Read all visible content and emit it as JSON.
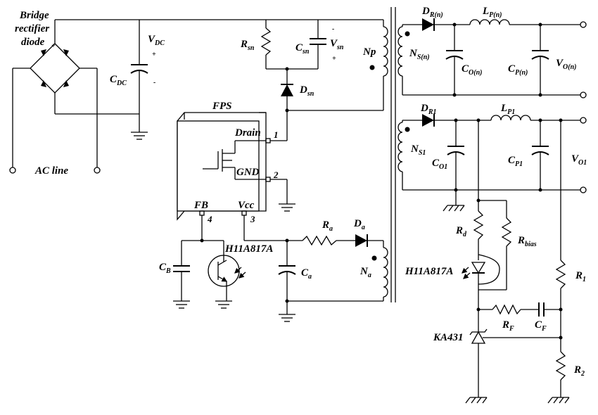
{
  "labels": {
    "bridge1": "Bridge",
    "bridge2": "rectifier",
    "bridge3": "diode",
    "ac_line": "AC line",
    "vdc": {
      "base": "V",
      "sub": "DC"
    },
    "cdc": {
      "base": "C",
      "sub": "DC"
    },
    "rsn": {
      "base": "R",
      "sub": "sn"
    },
    "csn": {
      "base": "C",
      "sub": "sn"
    },
    "vsn": {
      "base": "V",
      "sub": "sn"
    },
    "dsn": {
      "base": "D",
      "sub": "sn"
    },
    "np": "Np",
    "fps": "FPS",
    "drain": "Drain",
    "gnd": "GND",
    "fb": "FB",
    "vcc": "Vcc",
    "pin1": "1",
    "pin2": "2",
    "pin3": "3",
    "pin4": "4",
    "ra": {
      "base": "R",
      "sub": "a"
    },
    "da": {
      "base": "D",
      "sub": "a"
    },
    "na": {
      "base": "N",
      "sub": "a"
    },
    "ca": {
      "base": "C",
      "sub": "a"
    },
    "cb": {
      "base": "C",
      "sub": "B"
    },
    "opto_tx": "H11A817A",
    "opto_rx": "H11A817A",
    "drn": {
      "base": "D",
      "sub": "R(n)"
    },
    "lpn": {
      "base": "L",
      "sub": "P(n)"
    },
    "nsn": {
      "base": "N",
      "sub": "S(n)"
    },
    "con": {
      "base": "C",
      "sub": "O(n)"
    },
    "cpn": {
      "base": "C",
      "sub": "P(n)"
    },
    "von": {
      "base": "V",
      "sub": "O(n)"
    },
    "dr1": {
      "base": "D",
      "sub": "R1"
    },
    "lp1": {
      "base": "L",
      "sub": "P1"
    },
    "ns1": {
      "base": "N",
      "sub": "S1"
    },
    "co1": {
      "base": "C",
      "sub": "O1"
    },
    "cp1": {
      "base": "C",
      "sub": "P1"
    },
    "vo1": {
      "base": "V",
      "sub": "O1"
    },
    "rd": {
      "base": "R",
      "sub": "d"
    },
    "rbias": {
      "base": "R",
      "sub": "bias"
    },
    "r1": {
      "base": "R",
      "sub": "1"
    },
    "r2": {
      "base": "R",
      "sub": "2"
    },
    "rf": {
      "base": "R",
      "sub": "F"
    },
    "cf": {
      "base": "C",
      "sub": "F"
    },
    "ka431": "KA431",
    "plus": "+",
    "minus": "-"
  }
}
